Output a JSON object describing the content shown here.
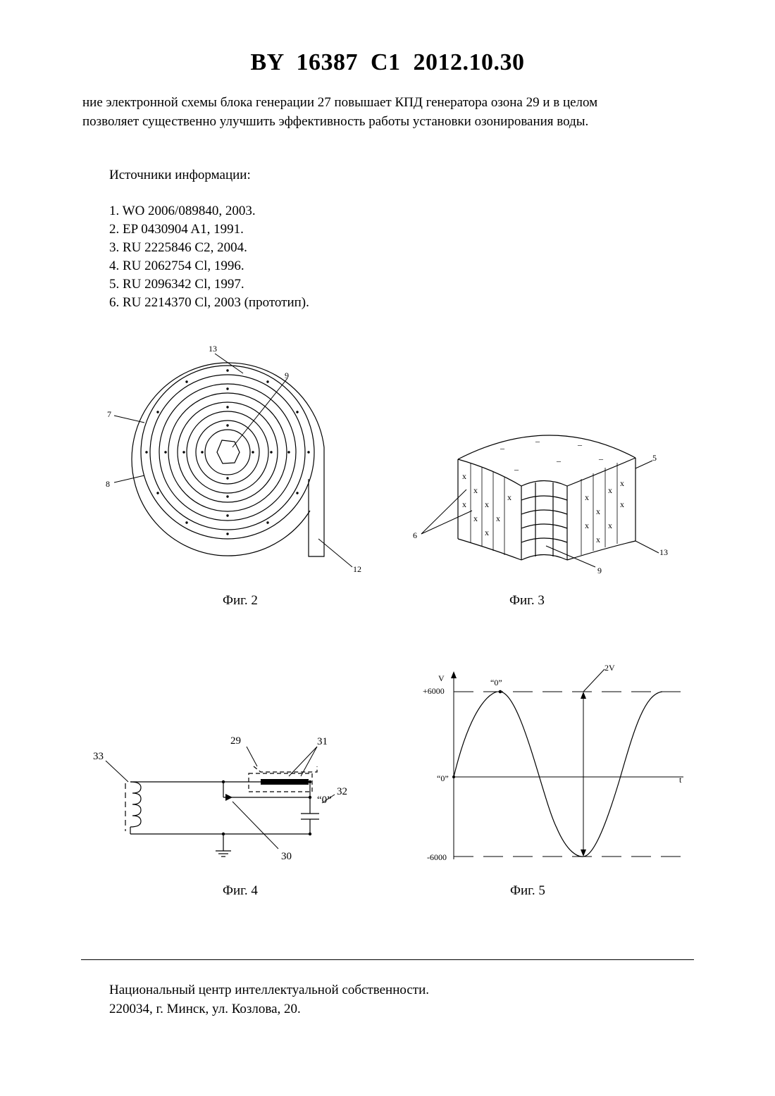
{
  "header": {
    "title": "BY  16387  C1  2012.10.30"
  },
  "intro": {
    "line1": "ние электронной схемы блока генерации 27 повышает КПД генератора озона 29 и в целом",
    "line2": "позволяет существенно улучшить эффективность работы установки озонирования воды."
  },
  "sources": {
    "heading": "Источники информации:",
    "items": [
      "1. WO 2006/089840, 2003.",
      "2. EP 0430904 A1, 1991.",
      "3. RU 2225846 C2, 2004.",
      "4. RU 2062754 Cl, 1996.",
      "5. RU 2096342 Cl, 1997.",
      "6. RU 2214370 Cl, 2003 (прототип)."
    ]
  },
  "figures": {
    "fig2": {
      "caption": "Фиг. 2",
      "labels": {
        "l13": "13",
        "l9": "9",
        "l7": "7",
        "l8": "8",
        "l12": "12"
      }
    },
    "fig3": {
      "caption": "Фиг. 3",
      "labels": {
        "l5": "5",
        "l6": "6",
        "l13": "13",
        "l9": "9"
      }
    },
    "fig4": {
      "caption": "Фиг. 4",
      "labels": {
        "l33": "33",
        "l29": "29",
        "l31": "31",
        "l32": "32",
        "l30": "30",
        "zero": "“0”"
      }
    },
    "fig5": {
      "caption": "Фиг. 5",
      "labels": {
        "v": "V",
        "plus": "+6000",
        "minus": "-6000",
        "zero_axis": "“0”",
        "zero_peak": "“0”",
        "t": "t",
        "two_v": "2V"
      }
    }
  },
  "footer": {
    "line1": "Национальный центр интеллектуальной собственности.",
    "line2": "220034, г. Минск, ул. Козлова, 20."
  }
}
